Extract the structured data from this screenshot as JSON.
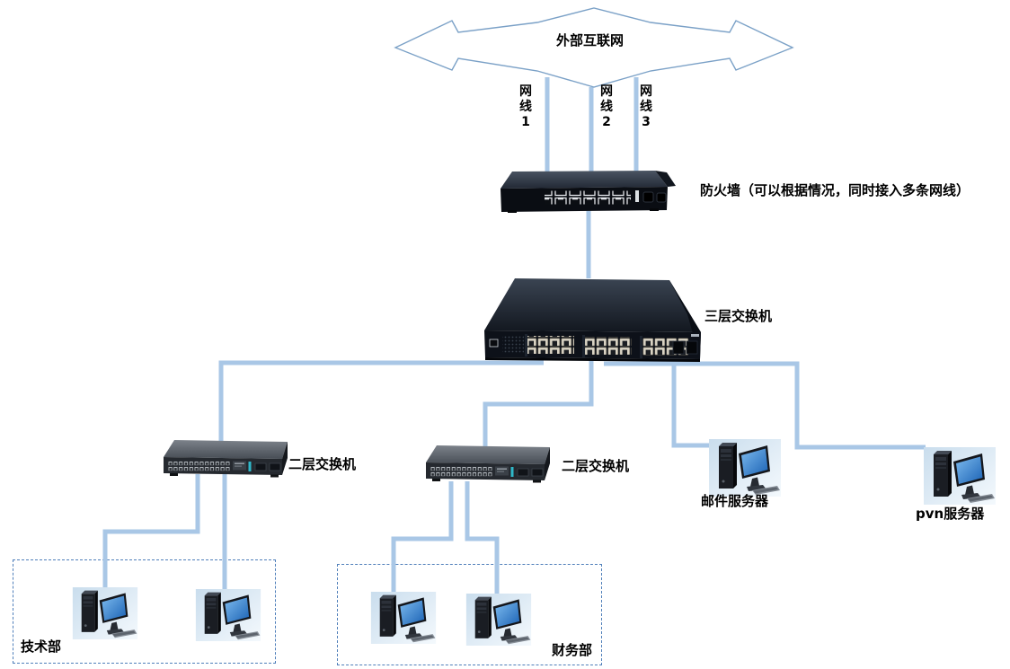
{
  "diagram": {
    "internet_cloud": {
      "label": "外部互联网"
    },
    "cables": [
      {
        "label": "网线1"
      },
      {
        "label": "网线2"
      },
      {
        "label": "网线3"
      }
    ],
    "firewall": {
      "label": "防火墙（可以根据情况，同时接入多条网线）"
    },
    "core_switch": {
      "label": "三层交换机"
    },
    "access_switches": [
      {
        "label": "二层交换机"
      },
      {
        "label": "二层交换机"
      }
    ],
    "servers": [
      {
        "label": "邮件服务器"
      },
      {
        "label": "pvn服务器"
      }
    ],
    "departments": [
      {
        "label": "技术部",
        "computers": 2
      },
      {
        "label": "财务部",
        "computers": 2
      }
    ],
    "colors": {
      "cable": "#a9c7e6",
      "cloud_border": "#7ba1c7",
      "department_border": "#4f7fba",
      "label_text": "#000000"
    }
  }
}
